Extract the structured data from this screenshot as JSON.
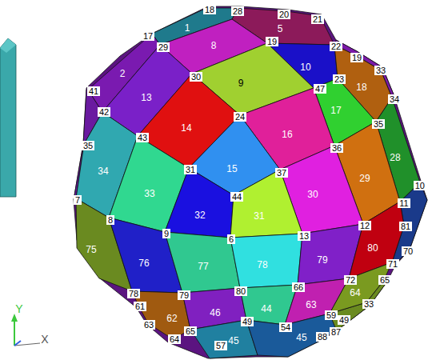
{
  "diagram": {
    "nodes": [
      {
        "text": [
          "1"
        ]
      },
      {
        "text": [
          "5"
        ]
      },
      {
        "text": [
          "8"
        ]
      },
      {
        "text": [
          "2"
        ]
      },
      {
        "text": [
          "10"
        ]
      },
      {
        "text": [
          "9"
        ]
      },
      {
        "text": [
          "13"
        ]
      },
      {
        "text": [
          "18"
        ]
      },
      {
        "text": [
          "17"
        ]
      },
      {
        "text": [
          "14"
        ]
      },
      {
        "text": [
          "16"
        ]
      },
      {
        "text": [
          "28"
        ]
      },
      {
        "text": [
          "34"
        ]
      },
      {
        "text": [
          "33"
        ]
      },
      {
        "text": [
          "15"
        ]
      },
      {
        "text": [
          "29"
        ]
      },
      {
        "text": [
          "30"
        ]
      },
      {
        "text": [
          "32"
        ]
      },
      {
        "text": [
          "31"
        ]
      },
      {
        "text": [
          "75"
        ]
      },
      {
        "text": [
          "76"
        ]
      },
      {
        "text": [
          "77"
        ]
      },
      {
        "text": [
          "78"
        ]
      },
      {
        "text": [
          "79"
        ]
      },
      {
        "text": [
          "80"
        ]
      },
      {
        "text": [
          "62"
        ]
      },
      {
        "text": [
          "46"
        ]
      },
      {
        "text": [
          "44"
        ]
      },
      {
        "text": [
          "63"
        ]
      },
      {
        "text": [
          "64"
        ]
      },
      {
        "text": [
          "45"
        ]
      },
      {
        "text": [
          "45"
        ]
      }
    ],
    "labels": [
      "18",
      "28",
      "20",
      "21",
      "17",
      "29",
      "19",
      "22",
      "19",
      "33",
      "41",
      "30",
      "47",
      "23",
      "34",
      "42",
      "24",
      "43",
      "35",
      "35",
      "36",
      "31",
      "37",
      "44",
      "10",
      "11",
      "7",
      "8",
      "81",
      "9",
      "6",
      "13",
      "12",
      "70",
      "71",
      "65",
      "72",
      "66",
      "80",
      "79",
      "78",
      "61",
      "63",
      "33",
      "59",
      "49",
      "49",
      "54",
      "87",
      "88",
      "64",
      "65",
      "57",
      "X",
      "Y"
    ]
  }
}
